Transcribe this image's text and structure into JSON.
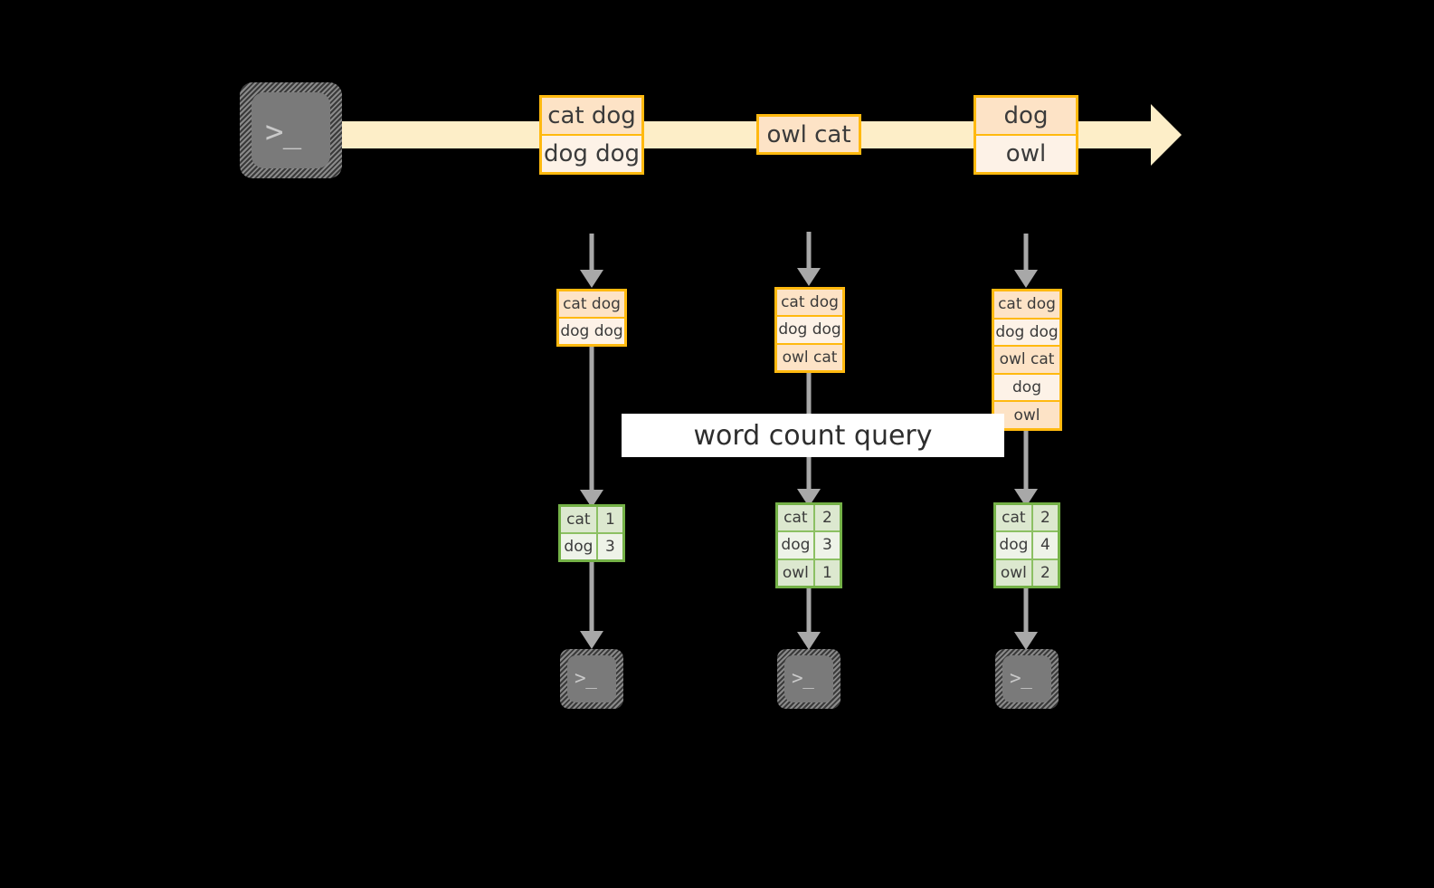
{
  "diagram": {
    "title_label": "word count query",
    "colors": {
      "background": "#000000",
      "stream_band": "#fdeec8",
      "orange_border": "#ffb90f",
      "orange_fill_dark": "#fde3c6",
      "orange_fill_light": "#fdf2e7",
      "green_border": "#74b147",
      "green_fill_dark": "#dce8cf",
      "green_fill_light": "#eef3e8",
      "arrow_gray": "#a8a8a8",
      "terminal_gray": "#7a7a7a",
      "query_strip": "#ffffff"
    },
    "source": {
      "icon": "terminal-prompt-icon",
      "prompt": ">_"
    },
    "stream_batches": [
      {
        "name": "batch-1",
        "lines": [
          "cat dog",
          "dog dog"
        ]
      },
      {
        "name": "batch-2",
        "lines": [
          "owl cat"
        ]
      },
      {
        "name": "batch-3",
        "lines": [
          "dog",
          "owl"
        ]
      }
    ],
    "accumulated_tables": [
      {
        "name": "accumulated-t1",
        "lines": [
          "cat dog",
          "dog dog"
        ]
      },
      {
        "name": "accumulated-t2",
        "lines": [
          "cat dog",
          "dog dog",
          "owl cat"
        ]
      },
      {
        "name": "accumulated-t3",
        "lines": [
          "cat dog",
          "dog dog",
          "owl cat",
          "dog",
          "owl"
        ]
      }
    ],
    "result_tables": [
      {
        "name": "result-t1",
        "rows": [
          {
            "word": "cat",
            "count": "1"
          },
          {
            "word": "dog",
            "count": "3"
          }
        ]
      },
      {
        "name": "result-t2",
        "rows": [
          {
            "word": "cat",
            "count": "2"
          },
          {
            "word": "dog",
            "count": "3"
          },
          {
            "word": "owl",
            "count": "1"
          }
        ]
      },
      {
        "name": "result-t3",
        "rows": [
          {
            "word": "cat",
            "count": "2"
          },
          {
            "word": "dog",
            "count": "4"
          },
          {
            "word": "owl",
            "count": "2"
          }
        ]
      }
    ],
    "sinks": [
      {
        "name": "sink-1",
        "icon": "terminal-prompt-icon",
        "prompt": ">_"
      },
      {
        "name": "sink-2",
        "icon": "terminal-prompt-icon",
        "prompt": ">_"
      },
      {
        "name": "sink-3",
        "icon": "terminal-prompt-icon",
        "prompt": ">_"
      }
    ]
  }
}
